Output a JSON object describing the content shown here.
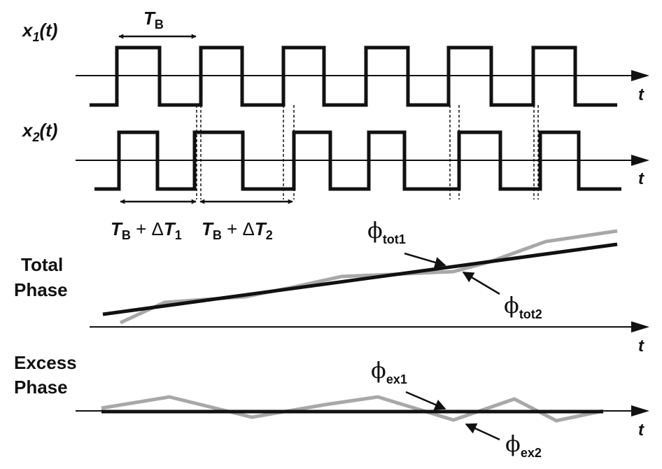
{
  "signals": {
    "x1": {
      "name": "x",
      "sub": "1",
      "arg": "(t)"
    },
    "x2": {
      "name": "x",
      "sub": "2",
      "arg": "(t)"
    }
  },
  "axis_label": "t",
  "period": {
    "name": "T",
    "sub": "B"
  },
  "interval1": {
    "name": "T",
    "sub": "B",
    "plus": " + Δ",
    "dname": "T",
    "dsub": "1"
  },
  "interval2": {
    "name": "T",
    "sub": "B",
    "plus": " + Δ",
    "dname": "T",
    "dsub": "2"
  },
  "total_phase": {
    "line1": "Total",
    "line2": "Phase",
    "phi1": {
      "sym": "ϕ",
      "sub": "tot1"
    },
    "phi2": {
      "sym": "ϕ",
      "sub": "tot2"
    }
  },
  "excess_phase": {
    "line1": "Excess",
    "line2": "Phase",
    "phi1": {
      "sym": "ϕ",
      "sub": "ex1"
    },
    "phi2": {
      "sym": "ϕ",
      "sub": "ex2"
    }
  },
  "colors": {
    "ink": "#111111",
    "gray": "#a8a8a8"
  }
}
